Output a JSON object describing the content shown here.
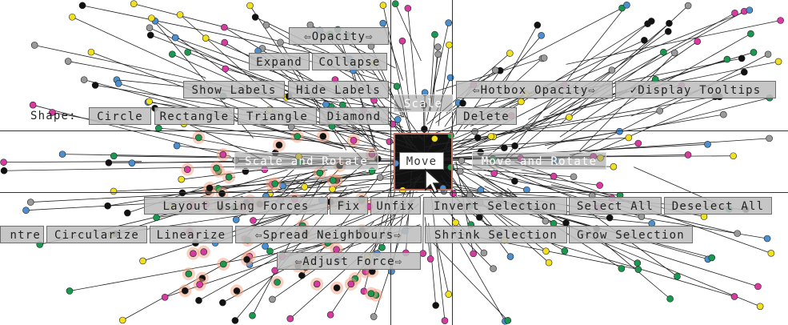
{
  "hotbox": {
    "shape_label": "Shape:",
    "buttons": {
      "opacity": "⇦Opacity⇨",
      "expand": "Expand",
      "collapse": "Collapse",
      "show_labels": "Show Labels",
      "hide_labels": "Hide Labels",
      "scale": "Scale",
      "hotbox_opacity": "⇦Hotbox Opacity⇨",
      "display_tooltips": "✓Display Tooltips",
      "circle": "Circle",
      "rectangle": "Rectangle",
      "triangle": "Triangle",
      "diamond": "Diamond",
      "delete": "Delete",
      "scale_and_rotate": "Scale and Rotate",
      "move": "Move",
      "move_and_rotate": "Move and Rotate",
      "layout_using_forces": "Layout Using Forces",
      "fix": "Fix",
      "unfix": "Unfix",
      "invert_selection": "Invert Selection",
      "select_all": "Select All",
      "deselect_all": "Deselect All",
      "centre": "ntre",
      "circularize": "Circularize",
      "linearize": "Linearize",
      "spread_neighbours": "⇦Spread Neighbours⇨",
      "shrink_selection": "Shrink Selection",
      "grow_selection": "Grow Selection",
      "adjust_force": "⇦Adjust Force⇨"
    }
  },
  "graph": {
    "node_colors": [
      "#1a9850",
      "#111111",
      "#d63ca0",
      "#4a90d0",
      "#9a9a9a",
      "#f0e020"
    ],
    "selected_halo_color": "#f4a080"
  }
}
